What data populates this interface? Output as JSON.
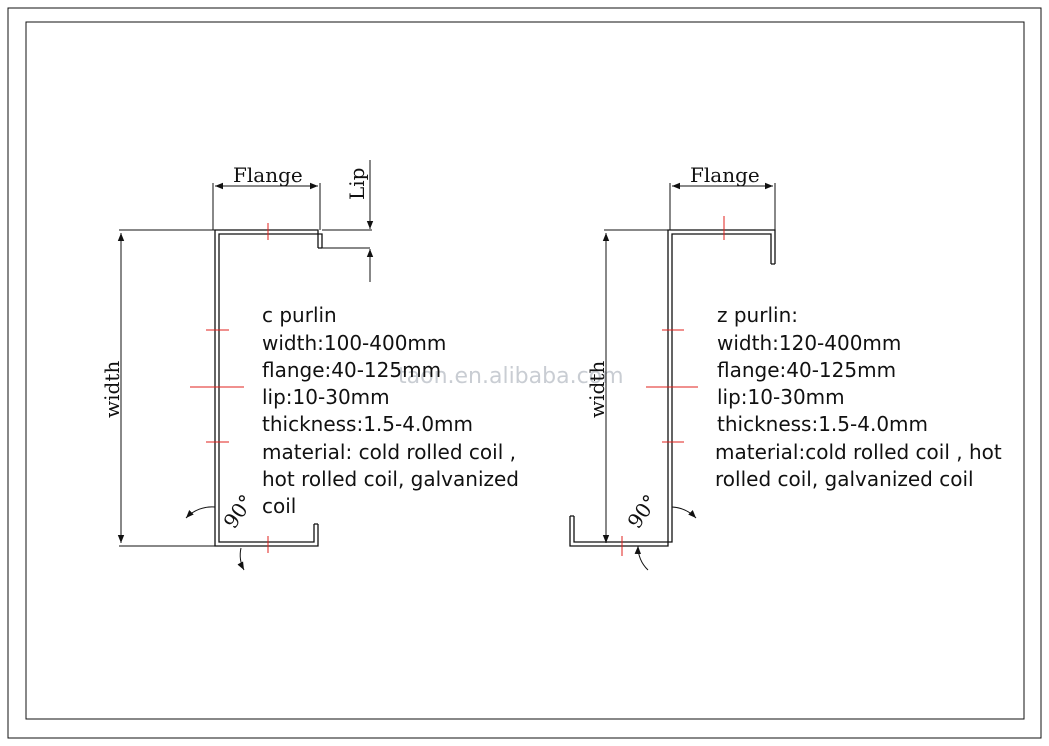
{
  "c_purlin": {
    "labels": {
      "flange": "Flange",
      "lip": "Lip",
      "width": "width",
      "angle": "90°"
    },
    "spec": [
      "c purlin",
      "width:100-400mm",
      "flange:40-125mm",
      "lip:10-30mm",
      "thickness:1.5-4.0mm",
      "material: cold rolled coil ,",
      "hot rolled coil, galvanized",
      "coil"
    ]
  },
  "z_purlin": {
    "labels": {
      "flange": "Flange",
      "width": "width",
      "angle": "90°"
    },
    "spec": [
      "z purlin:",
      "width:120-400mm",
      "flange:40-125mm",
      "lip:10-30mm",
      "thickness:1.5-4.0mm",
      "material:cold rolled coil , hot",
      "rolled coil, galvanized coil"
    ]
  },
  "watermark": "taon.en.alibaba.com",
  "colors": {
    "line": "#111111",
    "tick": "#e0201c",
    "watermark": "#c9cdd3"
  }
}
